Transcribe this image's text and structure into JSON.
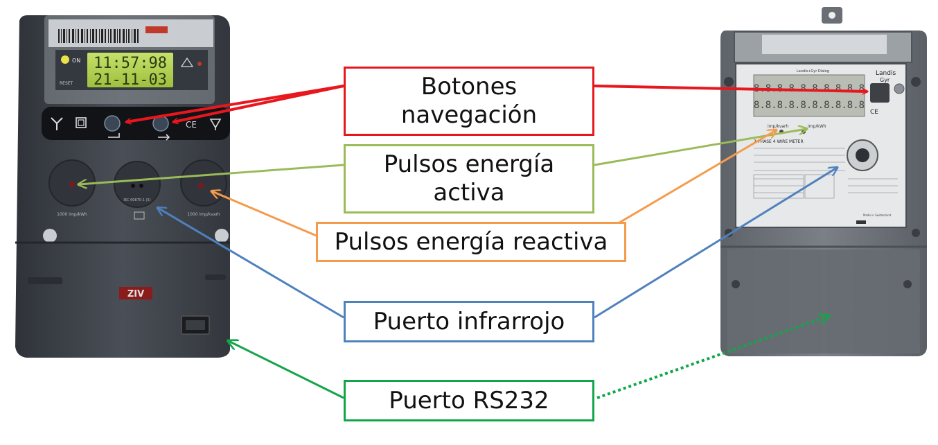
{
  "colors": {
    "red": "#e8171e",
    "green_light": "#9bbb59",
    "orange": "#f59b4c",
    "blue": "#4f81bd",
    "green": "#13a54a",
    "meter_left_body": "#3d4148",
    "meter_right_body": "#6a6f75"
  },
  "left_meter": {
    "display_time": "11:57:98",
    "display_date": "21-11-03",
    "on_label": "ON",
    "reset_label": "RESET",
    "left_pulse_label": "1000 imp/kWh",
    "right_pulse_label": "1000 imp/kvarh",
    "center_label": "IEC 60870-1 (5)",
    "brand_logo": "ZIV",
    "ce_mark": "CE"
  },
  "right_meter": {
    "brand_line1": "Landis",
    "brand_line2": "Gyr",
    "header_text": "Landis+Gyr Dialog",
    "ce_mark": "CE",
    "impkvarh": "imp/kvarh",
    "impkwh": "imp/kWh",
    "meter_title": "3-PHASE 4 WIRE METER",
    "made_in": "Made in Switzerland"
  },
  "callouts": {
    "nav": [
      "Botones",
      "navegación"
    ],
    "active": [
      "Pulsos energía",
      "activa"
    ],
    "reactive": "Pulsos energía reactiva",
    "infrared": "Puerto infrarrojo",
    "rs232": "Puerto RS232"
  }
}
